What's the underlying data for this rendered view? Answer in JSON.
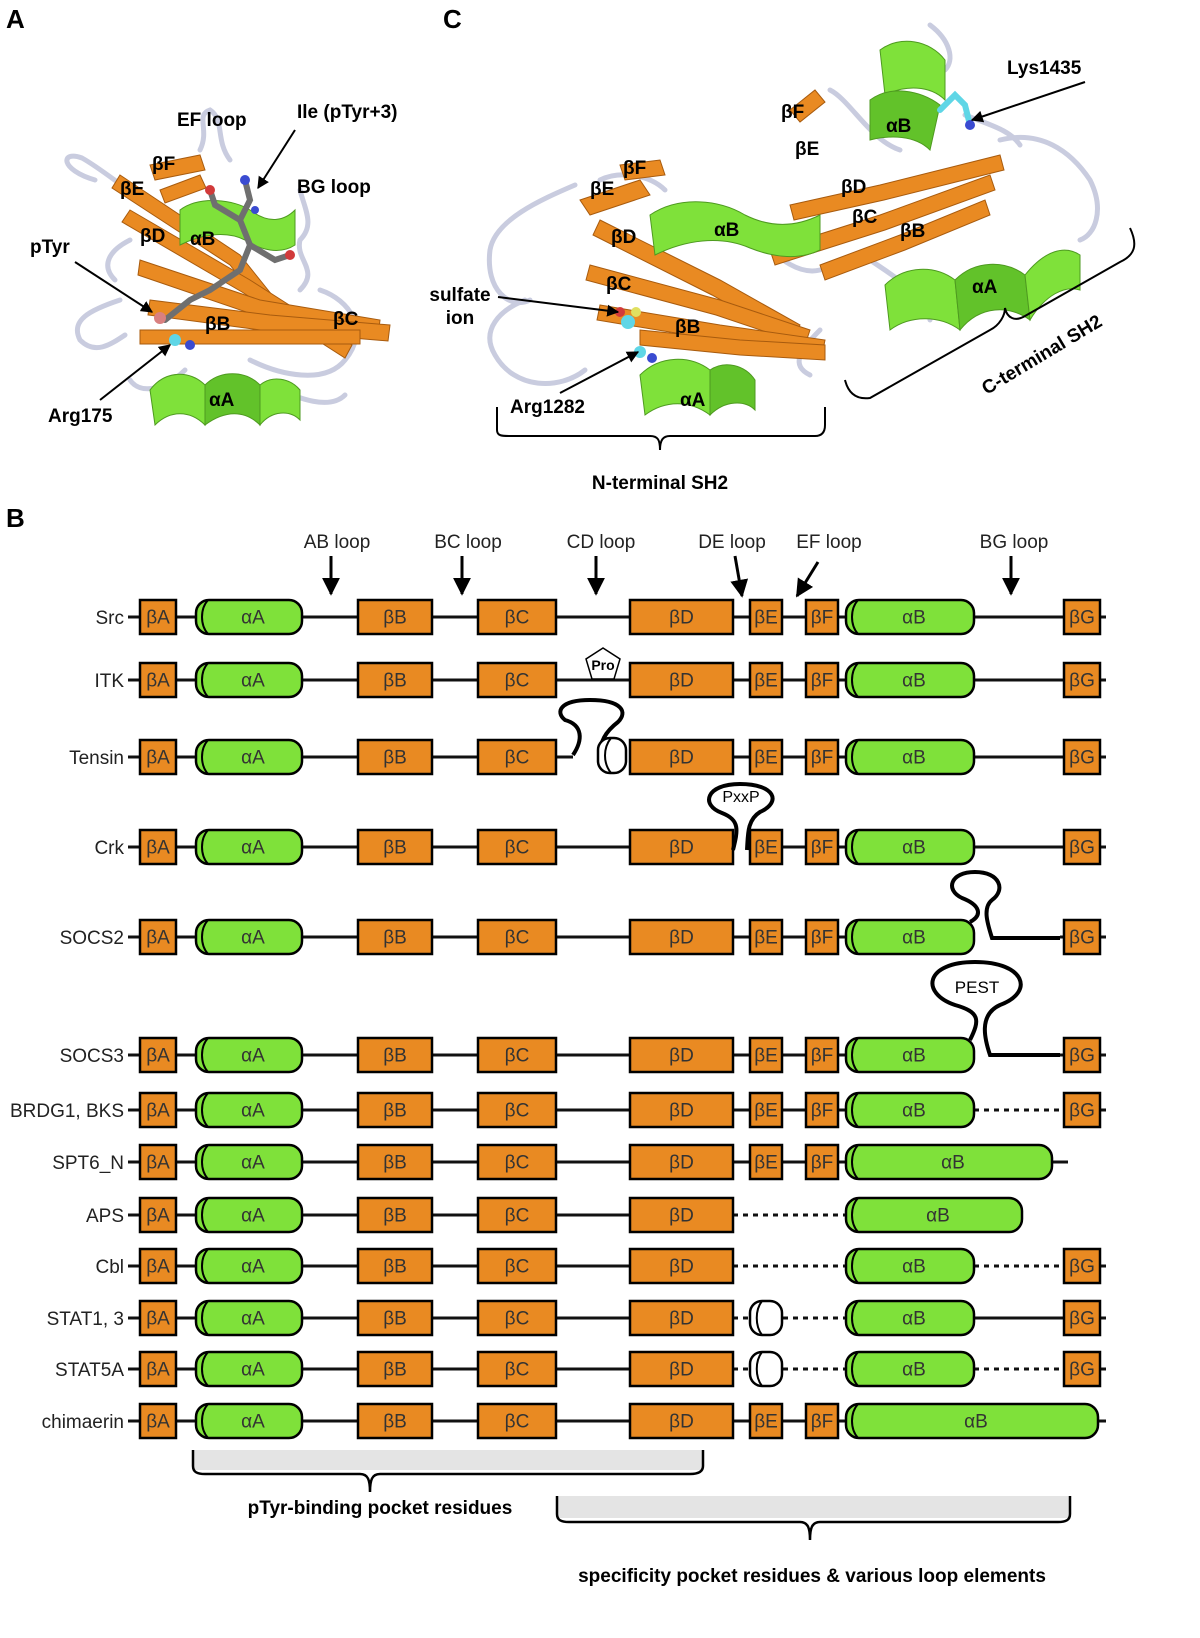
{
  "panels": {
    "a": "A",
    "b": "B",
    "c": "C"
  },
  "colors": {
    "strand": "#e98a22",
    "helix": "#7fe13a",
    "loop_ribbon": "#c9ccdf",
    "ligand_carbon": "#6f6f6f",
    "cyan": "#5fd6e6",
    "line": "#111111"
  },
  "panel_a": {
    "labels": {
      "ef_loop": "EF loop",
      "ile": "Ile (pTyr+3)",
      "beta_f": "βF",
      "bg_loop": "BG loop",
      "beta_e": "βE",
      "beta_d": "βD",
      "alpha_b": "αB",
      "ptyr": "pTyr",
      "beta_b": "βB",
      "beta_c": "βC",
      "arg": "Arg175",
      "alpha_a": "αA"
    }
  },
  "panel_c": {
    "labels": {
      "lys": "Lys1435",
      "beta_f_c": "βF",
      "alpha_b_c": "αB",
      "beta_e_c": "βE",
      "beta_d_c": "βD",
      "beta_c_c": "βC",
      "beta_b_c": "βB",
      "alpha_a_c": "αA",
      "beta_f_n": "βF",
      "beta_e_n": "βE",
      "beta_d_n": "βD",
      "alpha_b_n": "αB",
      "beta_c_n": "βC",
      "beta_b_n": "βB",
      "sulfate_1": "sulfate",
      "sulfate_2": "ion",
      "arg": "Arg1282",
      "alpha_a_n": "αA",
      "n_terminal": "N-terminal SH2",
      "c_terminal": "C-terminal SH2"
    }
  },
  "panel_b": {
    "loop_labels": [
      "AB loop",
      "BC loop",
      "CD loop",
      "DE loop",
      "EF loop",
      "BG loop"
    ],
    "proline_label": "Pro",
    "pxxp_label": "PxxP",
    "pest_label": "PEST",
    "bracket_ptyr": "pTyr-binding pocket residues",
    "bracket_spec": "specificity pocket residues & various loop elements",
    "rows": [
      {
        "name": "Src",
        "segments": [
          "βA",
          "αA",
          "βB",
          "βC",
          "βD",
          "βE",
          "βF",
          "αB",
          "βG"
        ]
      },
      {
        "name": "ITK",
        "segments": [
          "βA",
          "αA",
          "βB",
          "βC",
          "βD",
          "βE",
          "βF",
          "αB",
          "βG"
        ]
      },
      {
        "name": "Tensin",
        "segments": [
          "βA",
          "αA",
          "βB",
          "βC",
          "βD",
          "βE",
          "βF",
          "αB",
          "βG"
        ]
      },
      {
        "name": "Crk",
        "segments": [
          "βA",
          "αA",
          "βB",
          "βC",
          "βD",
          "βE",
          "βF",
          "αB",
          "βG"
        ]
      },
      {
        "name": "SOCS2",
        "segments": [
          "βA",
          "αA",
          "βB",
          "βC",
          "βD",
          "βE",
          "βF",
          "αB",
          "βG"
        ]
      },
      {
        "name": "SOCS3",
        "segments": [
          "βA",
          "αA",
          "βB",
          "βC",
          "βD",
          "βE",
          "βF",
          "αB",
          "βG"
        ]
      },
      {
        "name": "BRDG1, BKS",
        "segments": [
          "βA",
          "αA",
          "βB",
          "βC",
          "βD",
          "βE",
          "βF",
          "αB",
          "βG"
        ]
      },
      {
        "name": "SPT6_N",
        "segments": [
          "βA",
          "αA",
          "βB",
          "βC",
          "βD",
          "βE",
          "βF",
          "αB"
        ]
      },
      {
        "name": "APS",
        "segments": [
          "βA",
          "αA",
          "βB",
          "βC",
          "βD",
          "αB"
        ]
      },
      {
        "name": "Cbl",
        "segments": [
          "βA",
          "αA",
          "βB",
          "βC",
          "βD",
          "αB",
          "βG"
        ]
      },
      {
        "name": "STAT1, 3",
        "segments": [
          "βA",
          "αA",
          "βB",
          "βC",
          "βD",
          "αB",
          "βG"
        ]
      },
      {
        "name": "STAT5A",
        "segments": [
          "βA",
          "αA",
          "βB",
          "βC",
          "βD",
          "αB",
          "βG"
        ]
      },
      {
        "name": "chimaerin",
        "segments": [
          "βA",
          "αA",
          "βB",
          "βC",
          "βD",
          "βE",
          "βF",
          "αB"
        ]
      }
    ]
  }
}
